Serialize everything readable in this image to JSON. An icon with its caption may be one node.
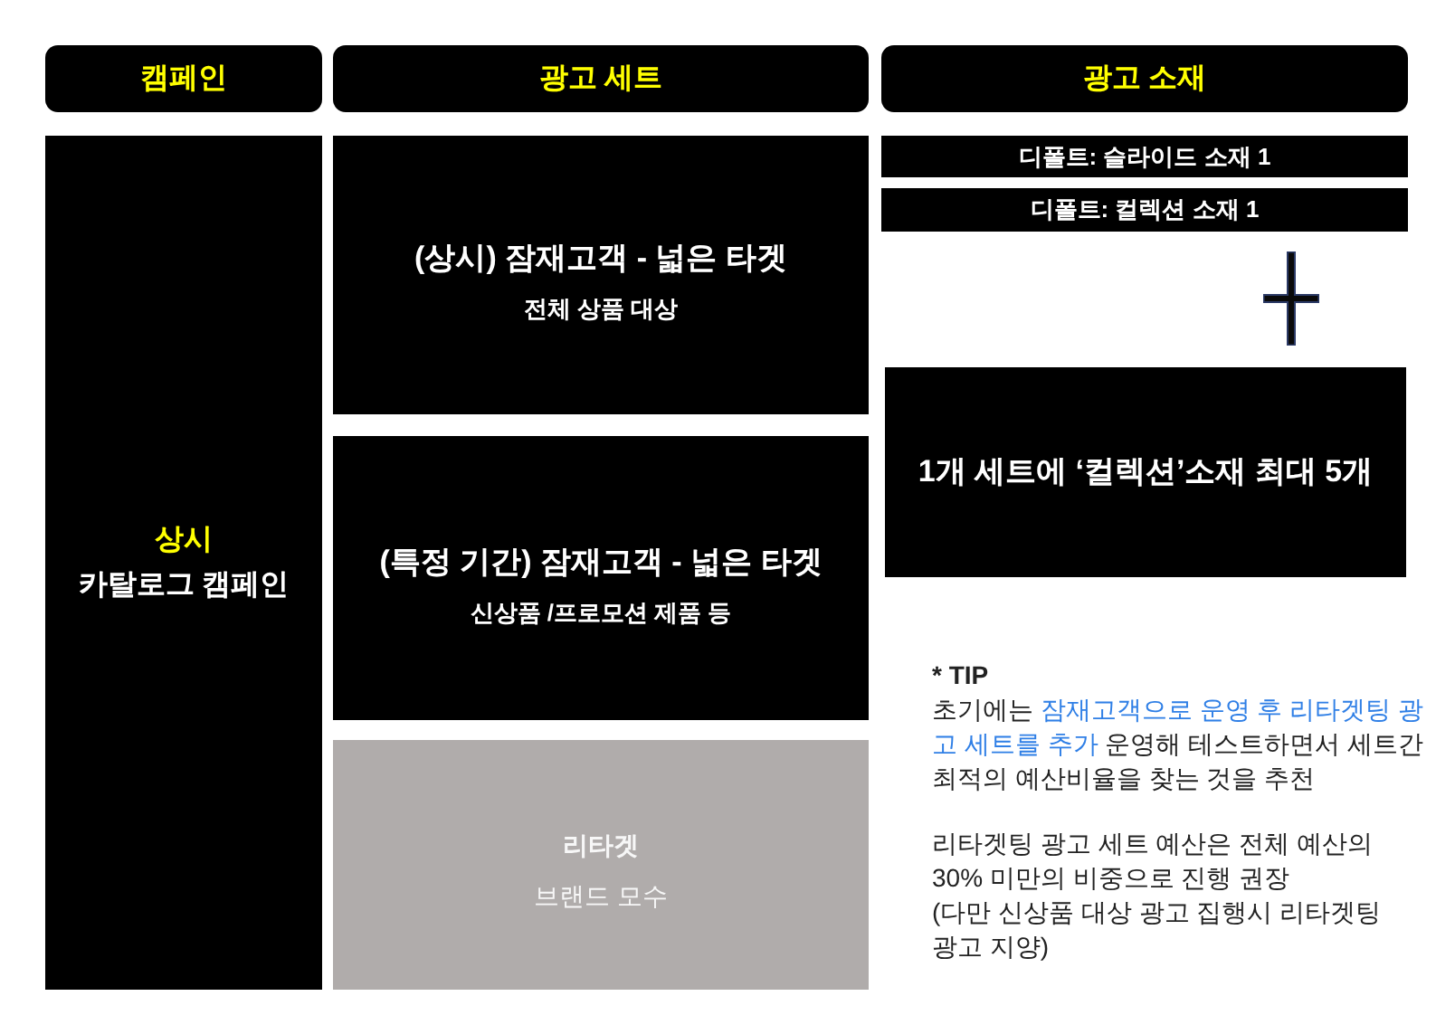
{
  "diagram": {
    "nodes": [
      {
        "text": [
          "캠페인"
        ]
      },
      {
        "text": [
          "광고 세트"
        ]
      },
      {
        "text": [
          "광고 소재"
        ]
      },
      {
        "text": [
          "상시",
          "카탈로그 캠페인"
        ]
      },
      {
        "text": [
          "(상시) 잠재고객 - 넓은 타겟",
          "전체 상품 대상"
        ]
      },
      {
        "text": [
          "(특정 기간) 잠재고객 - 넓은 타겟",
          "신상품 /프로모션 제품 등"
        ]
      },
      {
        "text": [
          "리타겟",
          "브랜드 모수"
        ]
      },
      {
        "text": [
          "디폴트: 슬라이드 소재 1"
        ]
      },
      {
        "text": [
          "디폴트: 컬렉션 소재 1"
        ]
      },
      {
        "text": [
          "1개 세트에 ‘컬렉션’소재 최대 5개"
        ]
      }
    ],
    "labels": [
      "* TIP",
      "초기에는 **잠재고객으로 운영 후 리타겟팅 광고 세트를 추가** 운영해 테스트하면서 세트간 최적의 예산비율을 찾는 것을 추천",
      "리타겟팅 광고 세트 예산은 전체 예산의 30% 미만의 비중으로 진행 권장",
      "(다만 신상품 대상 광고 집행시 리타겟팅 광고 지양)"
    ]
  }
}
